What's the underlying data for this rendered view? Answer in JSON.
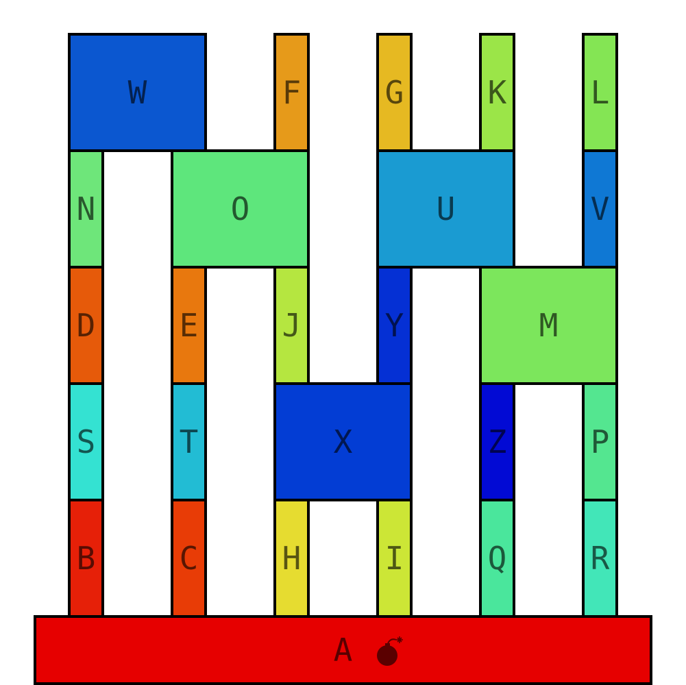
{
  "blocks": [
    {
      "id": "W",
      "label": "W",
      "color": "#0b57d0"
    },
    {
      "id": "F",
      "label": "F",
      "color": "#e69a1a"
    },
    {
      "id": "G",
      "label": "G",
      "color": "#e6b922"
    },
    {
      "id": "K",
      "label": "K",
      "color": "#9be548"
    },
    {
      "id": "L",
      "label": "L",
      "color": "#84e554"
    },
    {
      "id": "N",
      "label": "N",
      "color": "#6ee67a"
    },
    {
      "id": "O",
      "label": "O",
      "color": "#5ee67c"
    },
    {
      "id": "U",
      "label": "U",
      "color": "#1a9bd2"
    },
    {
      "id": "V",
      "label": "V",
      "color": "#0f78d4"
    },
    {
      "id": "D",
      "label": "D",
      "color": "#e65a0a"
    },
    {
      "id": "E",
      "label": "E",
      "color": "#e8780e"
    },
    {
      "id": "J",
      "label": "J",
      "color": "#b5e640"
    },
    {
      "id": "Y",
      "label": "Y",
      "color": "#0530d4"
    },
    {
      "id": "M",
      "label": "M",
      "color": "#7ce65c"
    },
    {
      "id": "S",
      "label": "S",
      "color": "#34e2d2"
    },
    {
      "id": "T",
      "label": "T",
      "color": "#22bcd4"
    },
    {
      "id": "X",
      "label": "X",
      "color": "#033dd4"
    },
    {
      "id": "Z",
      "label": "Z",
      "color": "#020ad4"
    },
    {
      "id": "P",
      "label": "P",
      "color": "#54e690"
    },
    {
      "id": "B",
      "label": "B",
      "color": "#e62008"
    },
    {
      "id": "C",
      "label": "C",
      "color": "#e83c06"
    },
    {
      "id": "H",
      "label": "H",
      "color": "#e6dc30"
    },
    {
      "id": "I",
      "label": "I",
      "color": "#cce636"
    },
    {
      "id": "Q",
      "label": "Q",
      "color": "#4ae69c"
    },
    {
      "id": "R",
      "label": "R",
      "color": "#42e6b8"
    },
    {
      "id": "A",
      "label": "A",
      "color": "#e60000"
    }
  ],
  "bomb": {
    "icon": "bomb-icon",
    "color": "#5a0000",
    "target_block": "A"
  }
}
